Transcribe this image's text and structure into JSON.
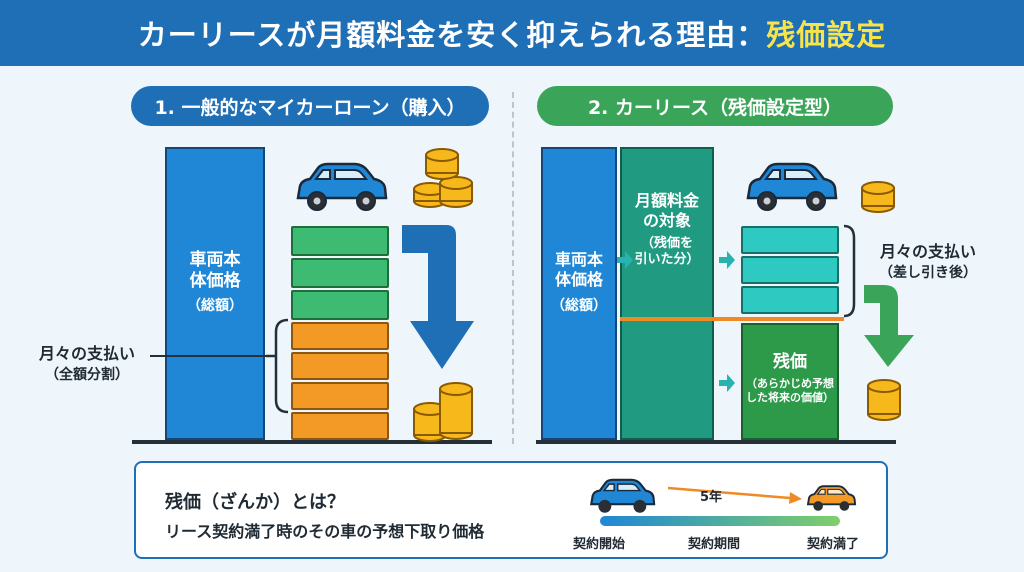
{
  "header": {
    "title_main": "カーリースが月額料金を安く抑えられる理由：",
    "title_highlight": "残価設定"
  },
  "left": {
    "pill": "1. 一般的なマイカーローン（購入）",
    "bar_title": "車両本\n体価格",
    "bar_sub": "（総額）",
    "payment_label": "月々の支払い",
    "payment_sub": "（全額分割）"
  },
  "right": {
    "pill": "2. カーリース（残価設定型）",
    "bar_title": "車両本\n体価格",
    "bar_sub": "（総額）",
    "target_title": "月額料金\nの対象",
    "target_sub": "（残価を\n引いた分）",
    "payment_label": "月々の支払い",
    "payment_sub": "（差し引き後）",
    "residual_title": "残価",
    "residual_sub": "（あらかじめ予想\nした将来の価値）"
  },
  "bottom": {
    "question": "残価（ざんか）とは？",
    "answer": "リース契約満了時のその車の予想下取り価格",
    "years": "5年",
    "start": "契約開始",
    "period": "契約期間",
    "end": "契約満了"
  },
  "colors": {
    "header_blue": "#1f6fb6",
    "lease_green": "#3aa458",
    "segment_green": "#3dbb72",
    "segment_orange": "#f39a26",
    "segment_cyan": "#2ec9c0",
    "highlight_yellow": "#f7e34a"
  }
}
